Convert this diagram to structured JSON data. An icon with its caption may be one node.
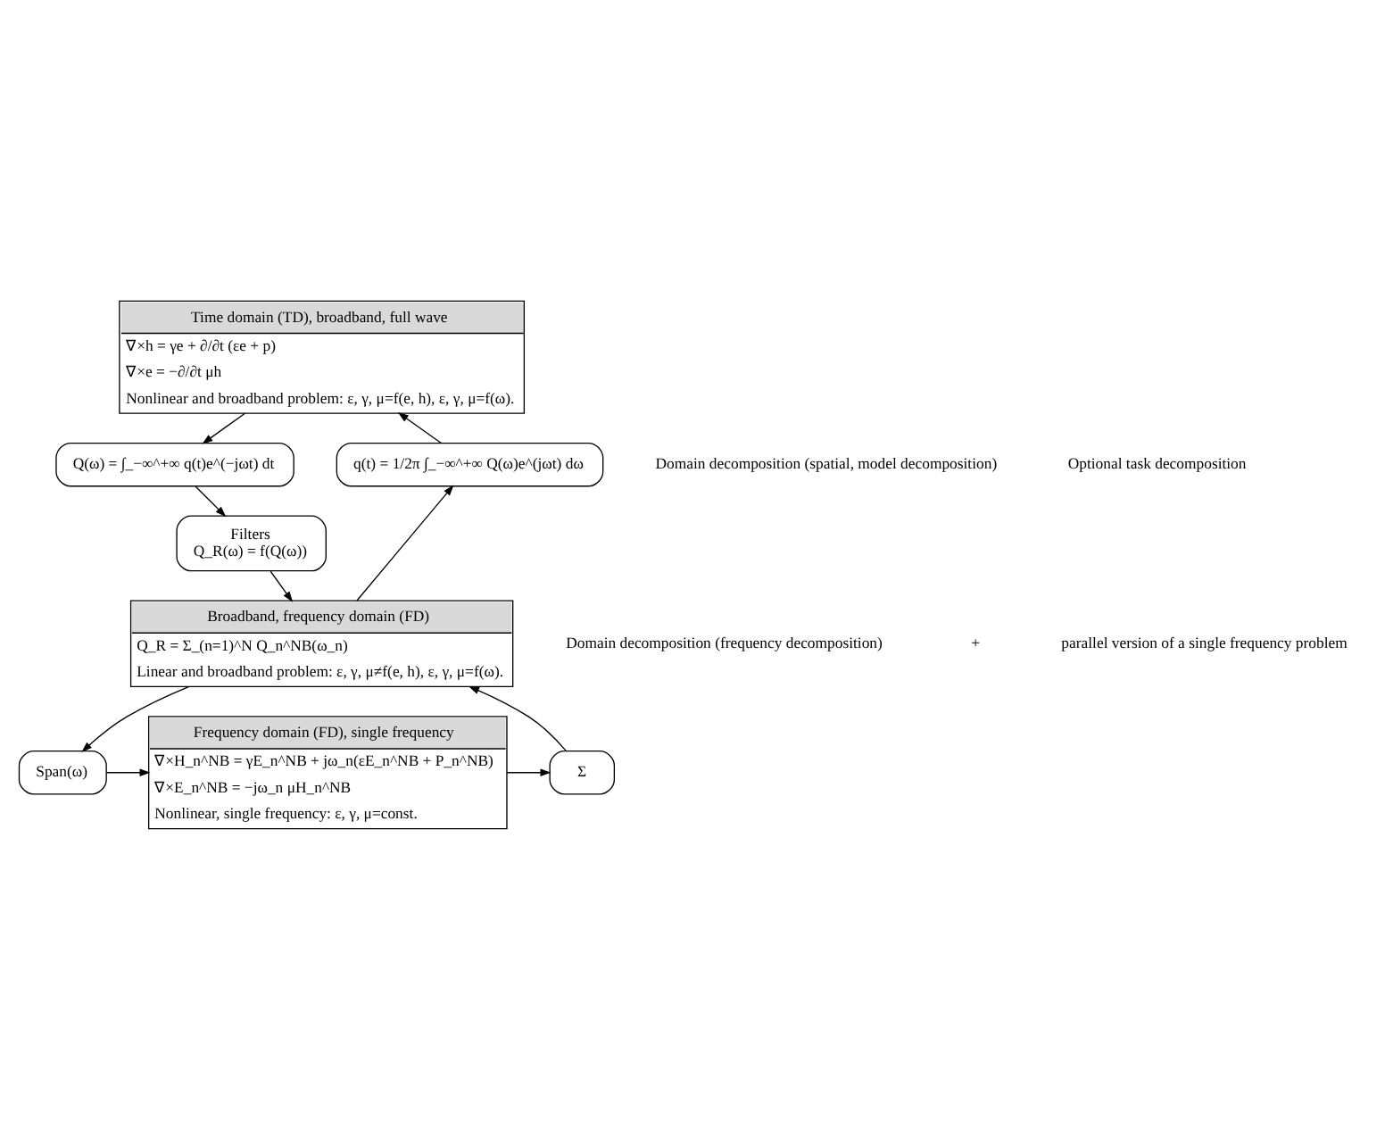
{
  "diagram": {
    "nodes": [
      {
        "text": [
          "Time domain (TD), broadband, full wave",
          "∇×h = γe + ∂/∂t (εe + p)",
          "∇×e = −∂/∂t μh",
          "Nonlinear and broadband problem: ε, γ, μ=f(e, h), ε, γ, μ=f(ω)."
        ]
      },
      {
        "text": [
          "Q(ω) = ∫_−∞^+∞ q(t)e^(−jωt) dt"
        ]
      },
      {
        "text": [
          "Filters",
          "Q_R(ω) = f(Q(ω))"
        ]
      },
      {
        "text": [
          "q(t) = 1/2π ∫_−∞^+∞ Q(ω)e^(jωt) dω"
        ]
      },
      {
        "text": [
          "Broadband, frequency domain (FD)",
          "Q_R = Σ_(n=1)^N Q_n^NB(ω_n)",
          "Linear and broadband problem: ε, γ, μ≠f(e, h), ε, γ, μ=f(ω)."
        ]
      },
      {
        "text": [
          "Span(ω)"
        ]
      },
      {
        "text": [
          "Frequency domain (FD), single frequency",
          "∇×H_n^NB = γE_n^NB + jω_n(εE_n^NB + P_n^NB)",
          "∇×E_n^NB = −jω_n μH_n^NB",
          "Nonlinear, single frequency: ε, γ, μ=const."
        ]
      },
      {
        "text": [
          "Σ"
        ]
      }
    ],
    "edges": [
      {
        "from": 0,
        "to": 1,
        "arrow": "to"
      },
      {
        "from": 1,
        "to": 2,
        "arrow": "to"
      },
      {
        "from": 2,
        "to": 4,
        "arrow": "to"
      },
      {
        "from": 4,
        "to": 3,
        "arrow": "to"
      },
      {
        "from": 3,
        "to": 0,
        "arrow": "to"
      },
      {
        "from": 4,
        "to": 5,
        "arrow": "to"
      },
      {
        "from": 5,
        "to": 6,
        "arrow": "to"
      },
      {
        "from": 6,
        "to": 7,
        "arrow": "to"
      },
      {
        "from": 7,
        "to": 4,
        "arrow": "to"
      }
    ],
    "labels": [
      "Domain decomposition (spatial, model decomposition)",
      "Optional task decomposition",
      "Domain decomposition (frequency decomposition)",
      "+",
      "parallel version of a single frequency problem"
    ]
  }
}
